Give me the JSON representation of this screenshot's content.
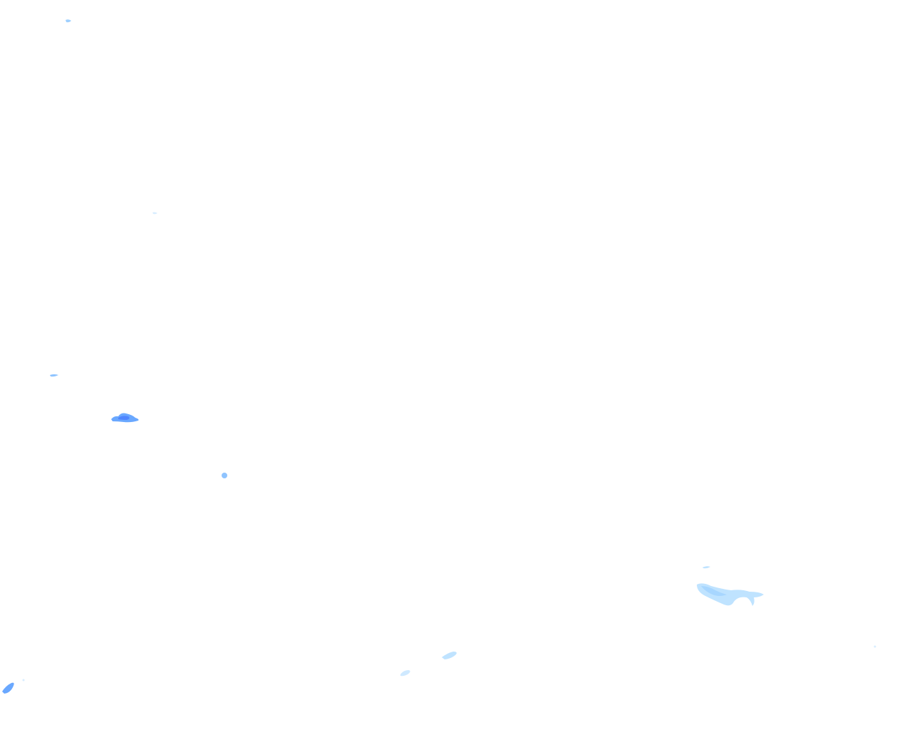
{
  "map": {
    "background_color": "#ffffff",
    "echo_colors": {
      "light": "#bfe3ff",
      "medium": "#9fd0ff",
      "strong": "#6aa8ff",
      "intense": "#4f86ff"
    },
    "features": [
      {
        "id": "echo-1",
        "intensity": "medium"
      },
      {
        "id": "echo-2",
        "intensity": "light"
      },
      {
        "id": "echo-3",
        "intensity": "medium"
      },
      {
        "id": "echo-4",
        "intensity": "strong"
      },
      {
        "id": "echo-5",
        "intensity": "medium"
      },
      {
        "id": "echo-6",
        "intensity": "light"
      },
      {
        "id": "echo-7",
        "intensity": "light"
      },
      {
        "id": "echo-8",
        "intensity": "light"
      },
      {
        "id": "echo-9",
        "intensity": "light"
      },
      {
        "id": "echo-10",
        "intensity": "strong"
      },
      {
        "id": "echo-11",
        "intensity": "light"
      }
    ]
  }
}
